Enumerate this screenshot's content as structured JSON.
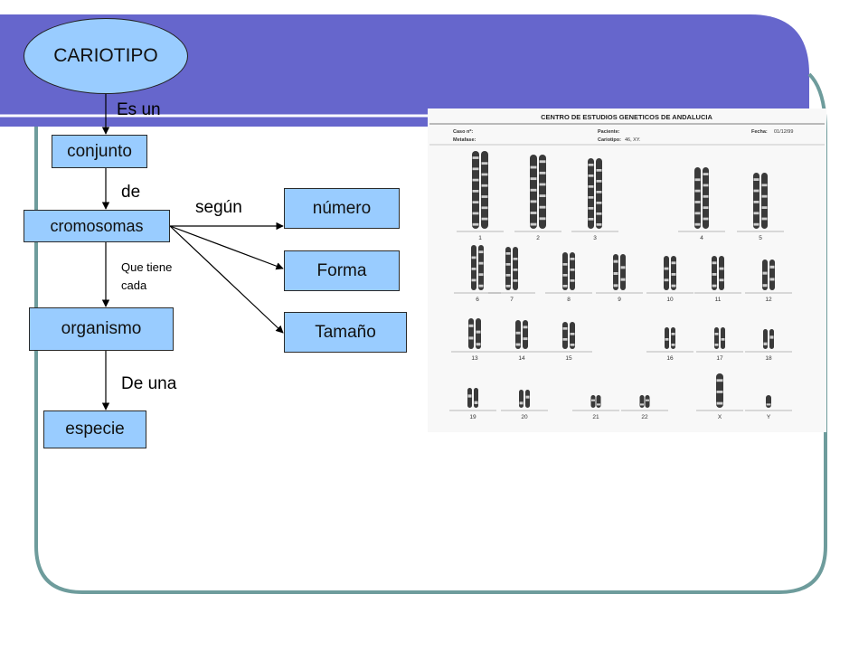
{
  "title": "CARIOTIPO",
  "nodes": {
    "conjunto": "conjunto",
    "cromosomas": "cromosomas",
    "organismo": "organismo",
    "especie": "especie",
    "numero": "número",
    "forma": "Forma",
    "tamano": "Tamaño"
  },
  "edge_labels": {
    "es_un": "Es un",
    "de": "de",
    "segun": "según",
    "que_tiene_line1": "Que tiene",
    "que_tiene_line2": "cada",
    "de_una": "De una"
  },
  "karyotype": {
    "header": "CENTRO DE ESTUDIOS GENETICOS DE ANDALUCIA",
    "caso_label": "Caso nº:",
    "paciente_label": "Paciente:",
    "fecha_label": "Fecha:",
    "fecha_value": "01/12/99",
    "metafase_label": "Metafase:",
    "cariotipo_label": "Cariotipo:",
    "cariotipo_value": "46, XY.",
    "chromosome_labels": [
      "1",
      "2",
      "3",
      "4",
      "5",
      "6",
      "7",
      "8",
      "9",
      "10",
      "11",
      "12",
      "13",
      "14",
      "15",
      "16",
      "17",
      "18",
      "19",
      "20",
      "21",
      "22",
      "X",
      "Y"
    ]
  },
  "colors": {
    "header_band": "#6666cc",
    "frame": "#6e9c9c",
    "box_fill": "#99ccff"
  }
}
